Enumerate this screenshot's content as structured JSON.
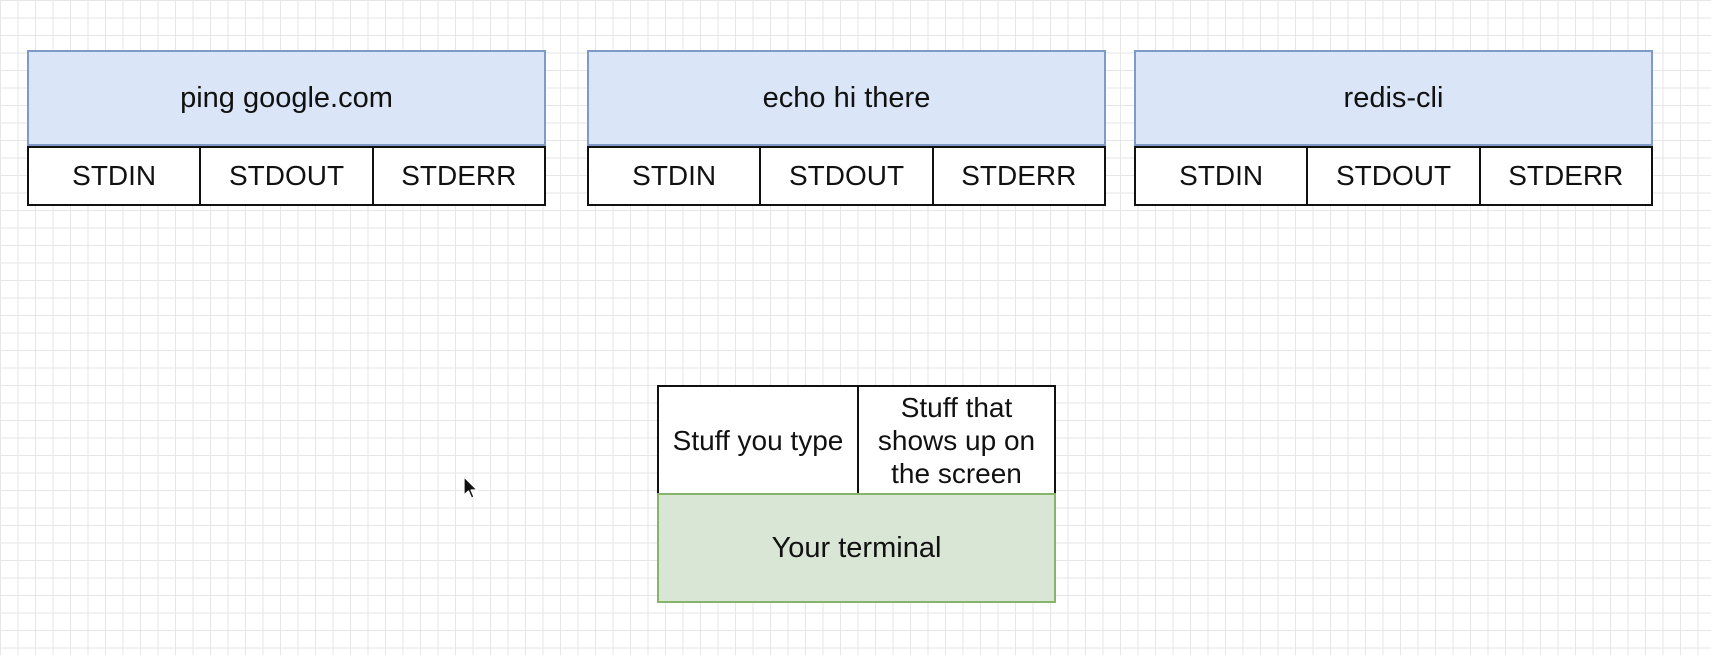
{
  "processes": [
    {
      "command": "ping google.com",
      "streams": [
        "STDIN",
        "STDOUT",
        "STDERR"
      ]
    },
    {
      "command": "echo hi there",
      "streams": [
        "STDIN",
        "STDOUT",
        "STDERR"
      ]
    },
    {
      "command": "redis-cli",
      "streams": [
        "STDIN",
        "STDOUT",
        "STDERR"
      ]
    }
  ],
  "terminal": {
    "input_label": "Stuff you type",
    "output_label": "Stuff that shows up on the screen",
    "label": "Your terminal"
  },
  "colors": {
    "process_fill": "#dae5f7",
    "process_border": "#7e9ac8",
    "terminal_fill": "#d9e6d6",
    "terminal_border": "#86b56a"
  },
  "icons": {
    "cursor": "mouse-pointer-icon"
  }
}
